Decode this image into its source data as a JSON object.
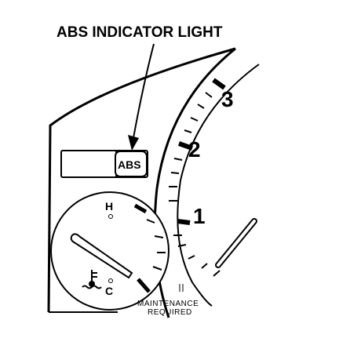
{
  "callout": {
    "label": "ABS INDICATOR LIGHT"
  },
  "abs_indicator": {
    "label": "ABS"
  },
  "tachometer": {
    "marks": [
      "3",
      "2",
      "1"
    ]
  },
  "temperature_gauge": {
    "hot_label": "H",
    "cold_label": "C"
  },
  "maintenance": {
    "line1": "MAINTENANCE",
    "line2": "REQUIRED"
  }
}
